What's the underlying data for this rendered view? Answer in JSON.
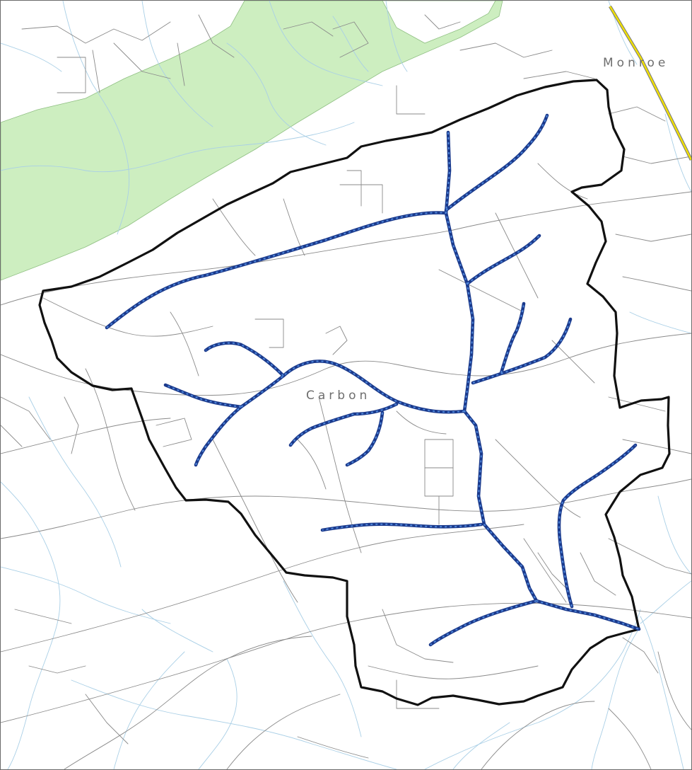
{
  "map": {
    "counties": [
      {
        "id": "monroe",
        "label": "Monroe"
      },
      {
        "id": "carbon",
        "label": "Carbon"
      }
    ],
    "colors": {
      "background": "#ffffff",
      "forest_land": "#cdeec0",
      "county_boundary": "#f2e200",
      "watershed_boundary": "#111111",
      "tributary_stream": "#2f5fb8",
      "background_stream": "#a9cfe6",
      "road": "#8a8a8a"
    }
  }
}
